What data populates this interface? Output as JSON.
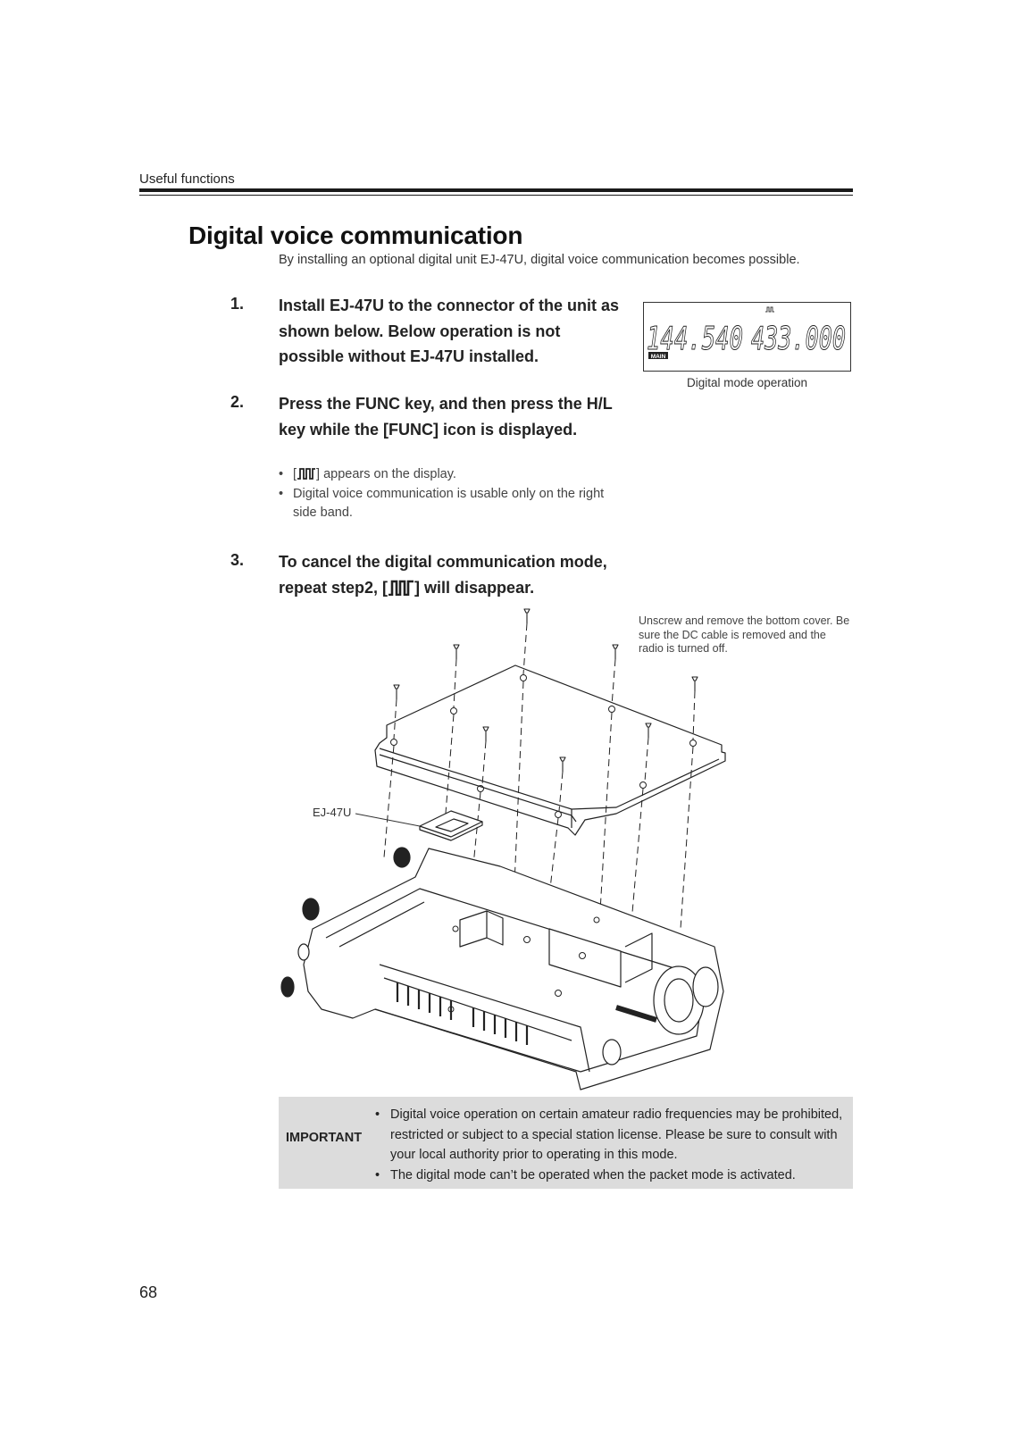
{
  "header": {
    "section": "Useful functions"
  },
  "title": "Digital voice communication",
  "intro": "By installing an optional digital unit EJ-47U, digital voice communication becomes possible.",
  "steps": [
    {
      "number": "1.",
      "text": "Install EJ-47U to the connector of the unit as shown below. Below operation is not possible without EJ-47U installed."
    },
    {
      "number": "2.",
      "text": "Press the FUNC key, and then press the H/L key while the [FUNC] icon is displayed.",
      "bullets": [
        {
          "prefix": "[",
          "suffix": "] appears on the display."
        },
        {
          "text": "Digital voice communication is usable only on the right side band."
        }
      ]
    },
    {
      "number": "3.",
      "text_before": "To cancel the digital communication mode, repeat step2, [",
      "text_after": "] will disappear."
    }
  ],
  "lcd": {
    "left_freq": "144.540",
    "right_freq": "433.000",
    "main_badge": "MAIN",
    "caption": "Digital mode operation"
  },
  "diagram": {
    "cover_note": "Unscrew and remove the bottom cover. Be sure the DC cable is removed and the radio is turned off.",
    "unit_label": "EJ-47U"
  },
  "important": {
    "label": "IMPORTANT",
    "items": [
      "Digital voice operation on certain amateur radio frequencies may be prohibited, restricted or subject to a special station license. Please be sure to consult with your local authority prior to operating in this mode.",
      "The digital mode can’t be operated when the packet mode is activated."
    ]
  },
  "page_number": "68",
  "icons": {
    "digital_mode": "digital-pulse-icon"
  }
}
